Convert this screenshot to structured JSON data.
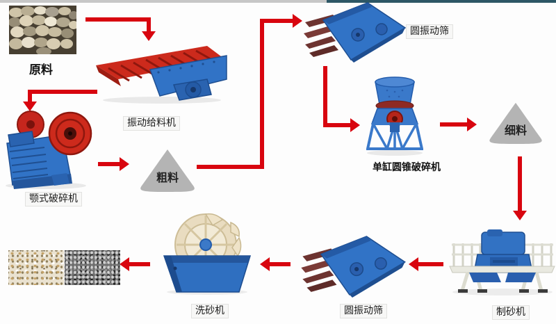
{
  "diagram_title": "sand-production-line-flow",
  "nodes": {
    "raw_material": {
      "label": "原料"
    },
    "vibrating_feeder": {
      "label": "振动给料机"
    },
    "jaw_crusher": {
      "label": "颚式破碎机"
    },
    "coarse_material": {
      "label": "粗料"
    },
    "circular_vibrating_screen_top": {
      "label": "圆振动筛"
    },
    "cone_crusher": {
      "label": "单缸圆锥破碎机"
    },
    "fine_material": {
      "label": "细料"
    },
    "sand_making_machine": {
      "label": "制砂机"
    },
    "circular_vibrating_screen_bottom": {
      "label": "圆振动筛"
    },
    "sand_washer": {
      "label": "洗砂机"
    }
  },
  "flow_sequence": [
    "raw_material",
    "vibrating_feeder",
    "jaw_crusher",
    "coarse_material",
    "circular_vibrating_screen_top",
    "cone_crusher",
    "fine_material",
    "sand_making_machine",
    "circular_vibrating_screen_bottom",
    "sand_washer",
    "finished_sand_samples"
  ],
  "colors": {
    "arrow_red": "#d8050f",
    "machine_blue": "#3173c6",
    "machine_blue_dark": "#245aa5",
    "feeder_red": "#cc2a1c",
    "support_maroon": "#6d3330",
    "pile_gray": "#b4b4b4",
    "wheel_cream": "#e9dcc0",
    "label_box_bg": "#f7f7f6"
  }
}
